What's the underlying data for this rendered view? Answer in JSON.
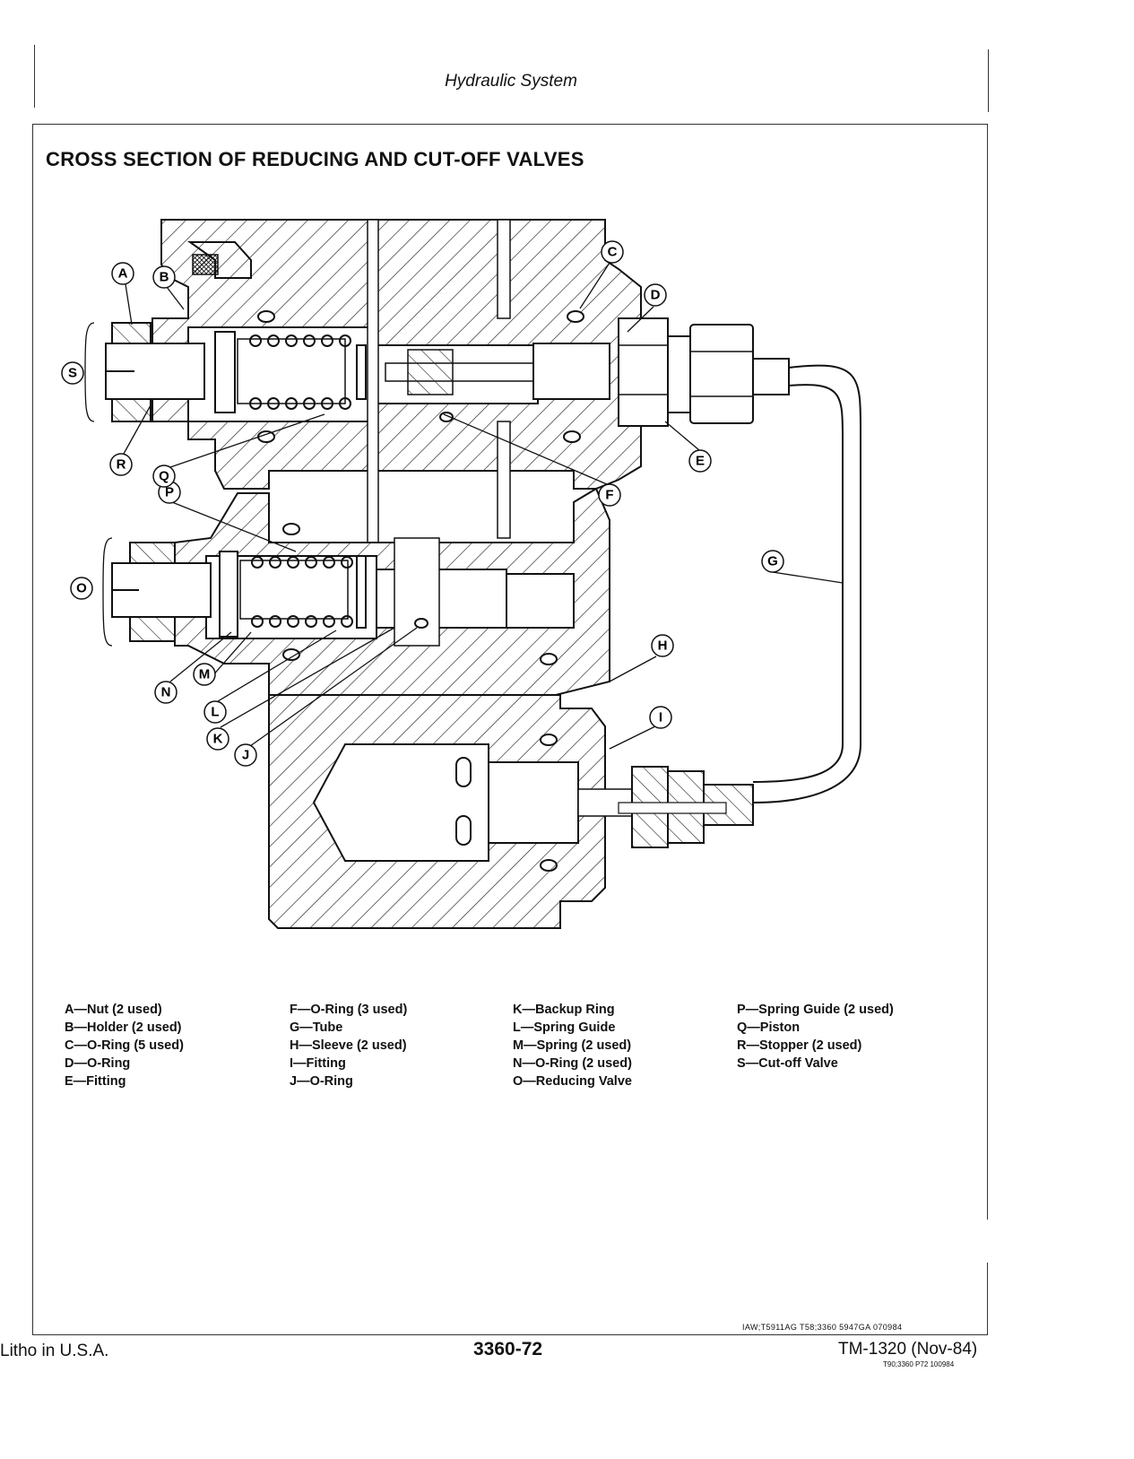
{
  "header": {
    "section": "Hydraulic System"
  },
  "title": "CROSS SECTION OF REDUCING AND CUT-OFF VALVES",
  "callouts": {
    "A": "A",
    "B": "B",
    "C": "C",
    "D": "D",
    "E": "E",
    "F": "F",
    "G": "G",
    "H": "H",
    "I": "I",
    "J": "J",
    "K": "K",
    "L": "L",
    "M": "M",
    "N": "N",
    "O": "O",
    "P": "P",
    "Q": "Q",
    "R": "R",
    "S": "S"
  },
  "legend": {
    "col1": [
      "A—Nut (2 used)",
      "B—Holder (2 used)",
      "C—O-Ring (5 used)",
      "D—O-Ring",
      "E—Fitting"
    ],
    "col2": [
      "F—O-Ring (3 used)",
      "G—Tube",
      "H—Sleeve (2 used)",
      "I—Fitting",
      "J—O-Ring"
    ],
    "col3": [
      "K—Backup Ring",
      "L—Spring Guide",
      "M—Spring (2 used)",
      "N—O-Ring (2 used)",
      "O—Reducing Valve"
    ],
    "col4": [
      "P—Spring Guide (2 used)",
      "Q—Piston",
      "R—Stopper (2 used)",
      "S—Cut-off Valve"
    ]
  },
  "figure_ref": "IAW;T5911AG  T58;3360  5947GA  070984",
  "footer": {
    "left": "Litho in U.S.A.",
    "center": "3360-72",
    "right": "TM-1320 (Nov-84)",
    "code": "T90;3360  P72  100984"
  }
}
